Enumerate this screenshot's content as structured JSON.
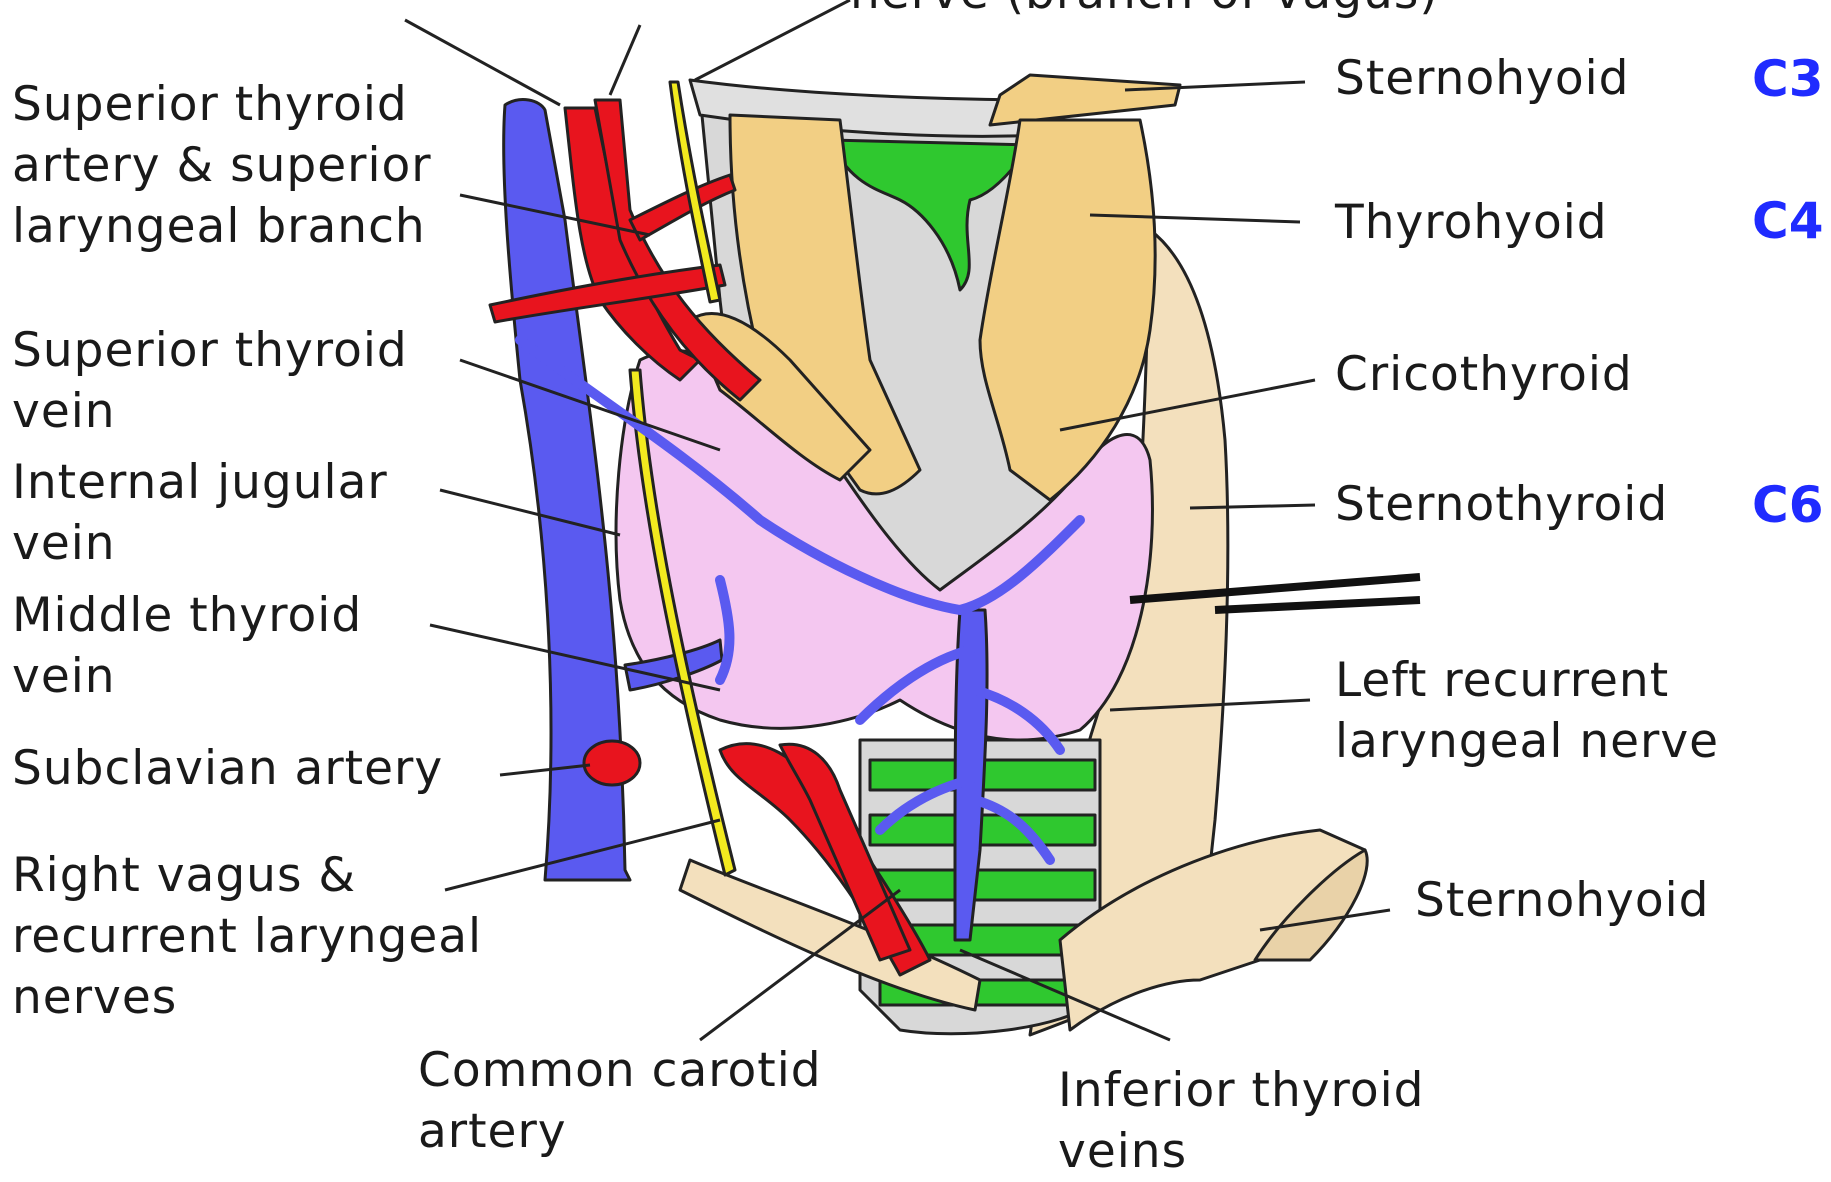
{
  "labels": {
    "top_partial": "nerve (branch of vagus)",
    "superior_thyroid_artery": [
      "Superior thyroid",
      "artery & superior",
      "laryngeal branch"
    ],
    "superior_thyroid_vein": [
      "Superior thyroid",
      "vein"
    ],
    "internal_jugular_vein": [
      "Internal jugular",
      "vein"
    ],
    "middle_thyroid_vein": [
      "Middle thyroid",
      "vein"
    ],
    "subclavian_artery": "Subclavian artery",
    "right_vagus": [
      "Right vagus &",
      "recurrent laryngeal",
      "nerves"
    ],
    "common_carotid": [
      "Common carotid",
      "artery"
    ],
    "inferior_thyroid_veins": [
      "Inferior thyroid",
      "veins"
    ],
    "sternohyoid_top": "Sternohyoid",
    "thyrohyoid": "Thyrohyoid",
    "cricothyroid": "Cricothyroid",
    "sternothyroid": "Sternothyroid",
    "left_recurrent": [
      "Left recurrent",
      "laryngeal nerve"
    ],
    "sternohyoid_bottom": "Sternohyoid"
  },
  "levels": {
    "c3": "C3",
    "c4": "C4",
    "c6": "C6"
  },
  "colors": {
    "vein": "#5a5af0",
    "artery": "#e8141e",
    "nerve": "#f2ea1f",
    "muscle_orange": "#f2cf84",
    "muscle_beige": "#f3e0bd",
    "thyroid": "#f4c7f0",
    "cartilage": "#d8d8d8",
    "membrane": "#2fc82f",
    "level_text": "#1f2bff"
  }
}
